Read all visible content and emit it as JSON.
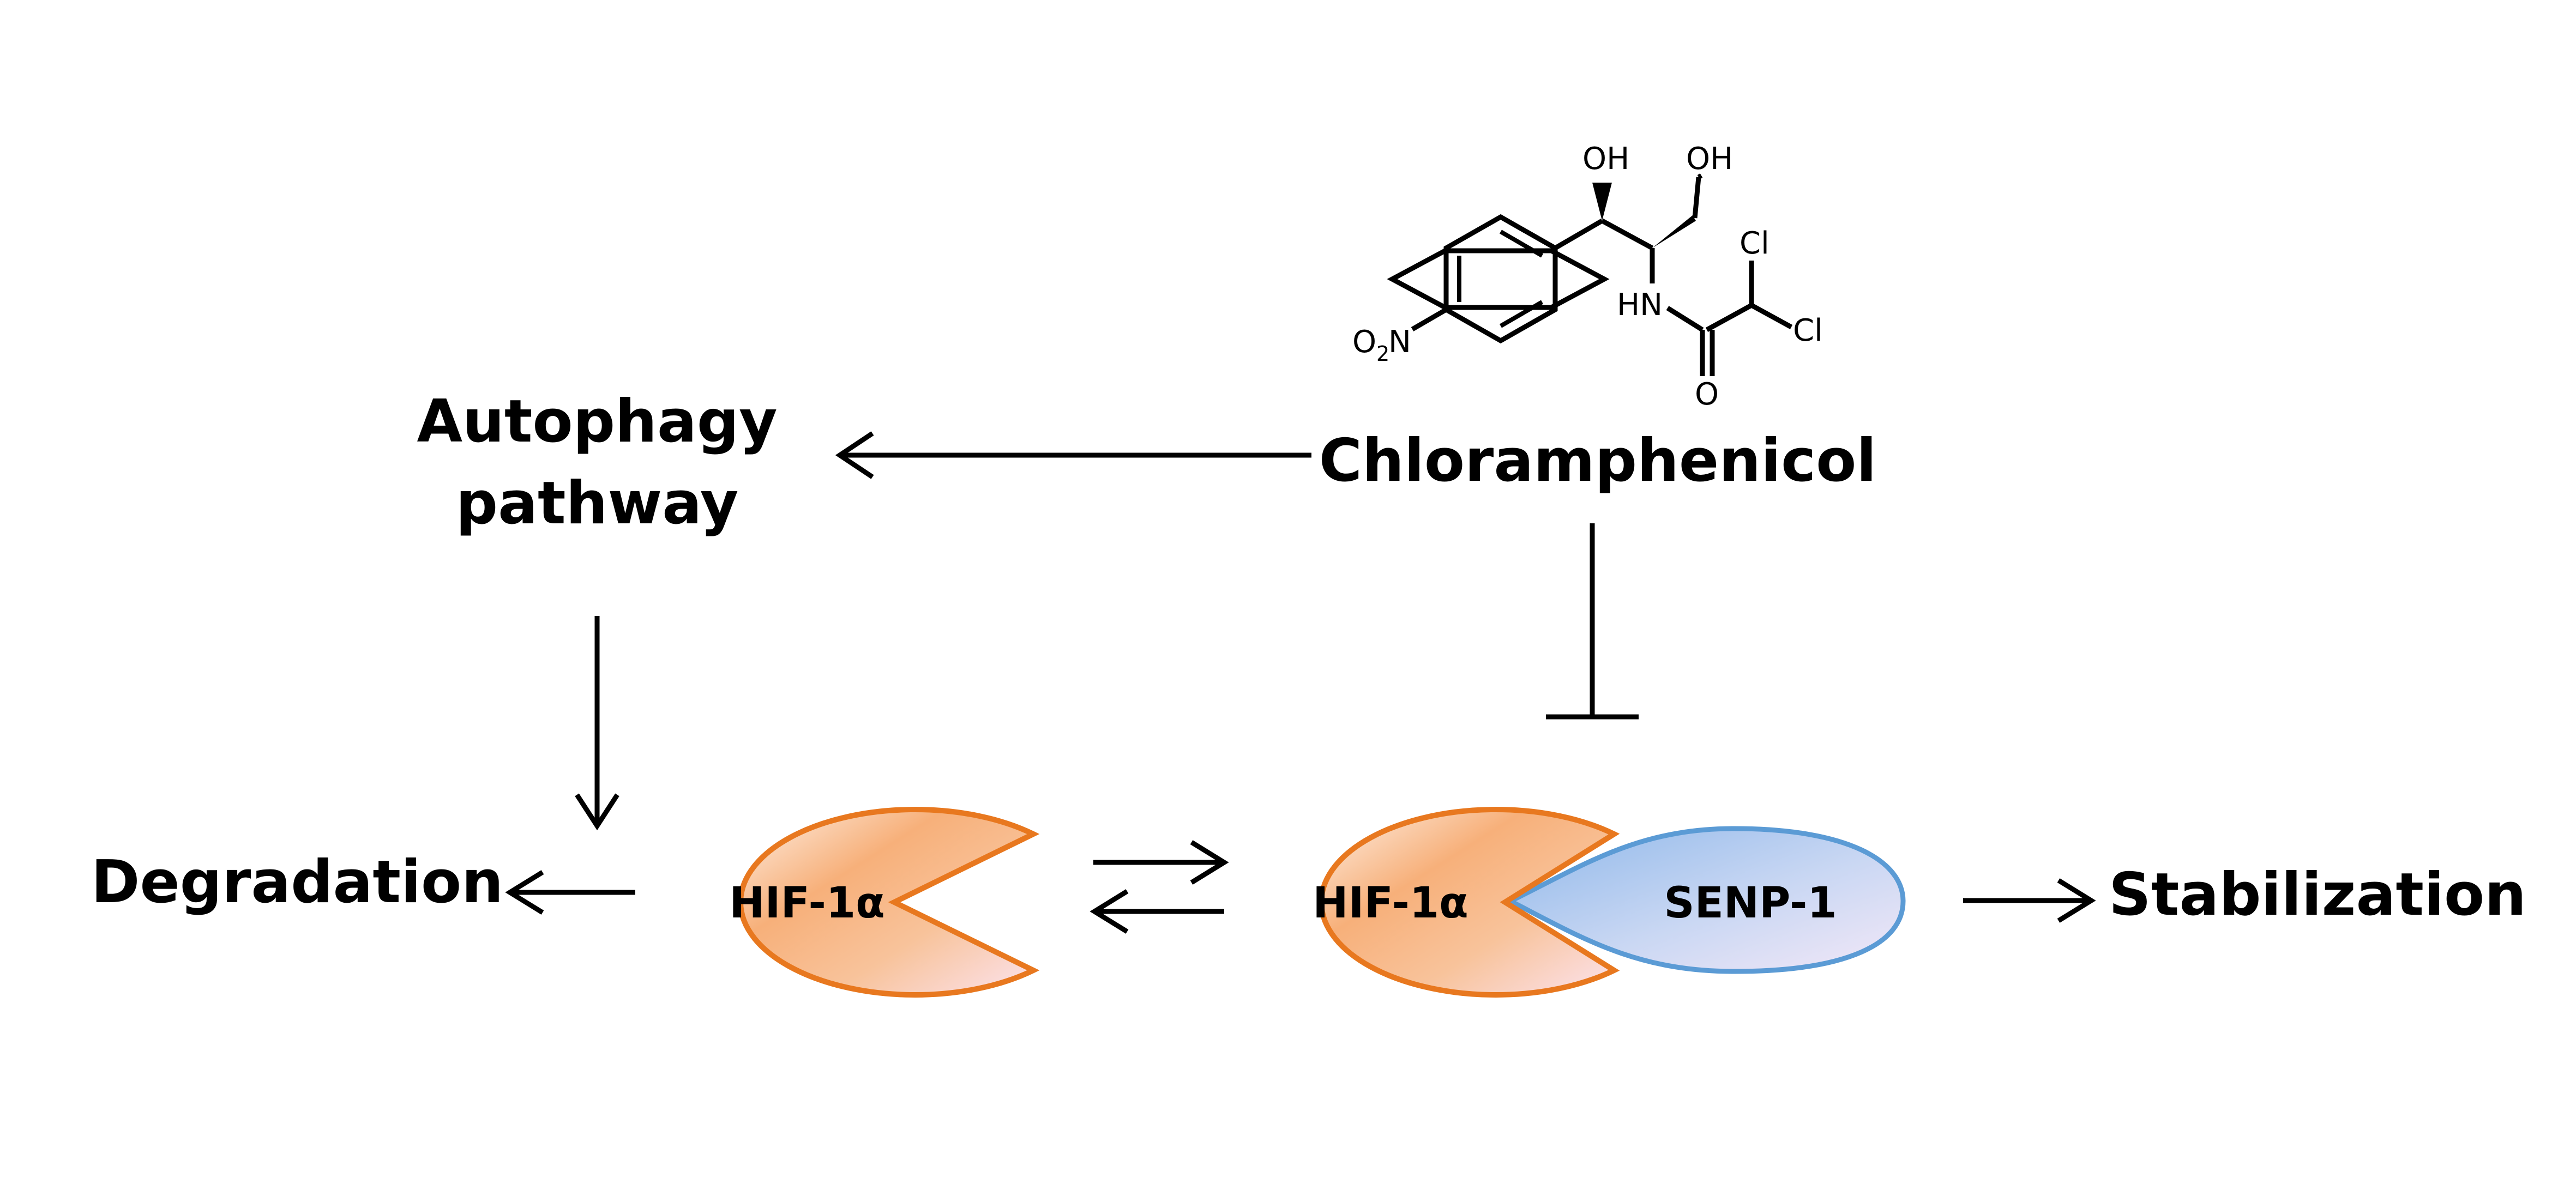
{
  "nodes": {
    "chloramphenicol": "Chloramphenicol",
    "autophagy_line1": "Autophagy",
    "autophagy_line2": "pathway",
    "degradation": "Degradation",
    "stabilization": "Stabilization",
    "hif_free": "HIF-1α",
    "hif_bound": "HIF-1α",
    "senp": "SENP-1"
  },
  "molecule": {
    "oh_top": "OH",
    "oh_right": "OH",
    "cl_top": "Cl",
    "cl_right": "Cl",
    "nh": "HN",
    "o": "O",
    "no2_o": "O",
    "no2_sub": "2",
    "no2_n": "N"
  },
  "colors": {
    "hif_outline": "#e8781f",
    "hif_fill_light": "#fbe3ef",
    "hif_fill_orange": "#f7b07a",
    "senp_outline": "#5b9bd5",
    "senp_fill_light": "#f3e8f7",
    "senp_fill_blue": "#8fb8ea",
    "line": "#000000"
  }
}
